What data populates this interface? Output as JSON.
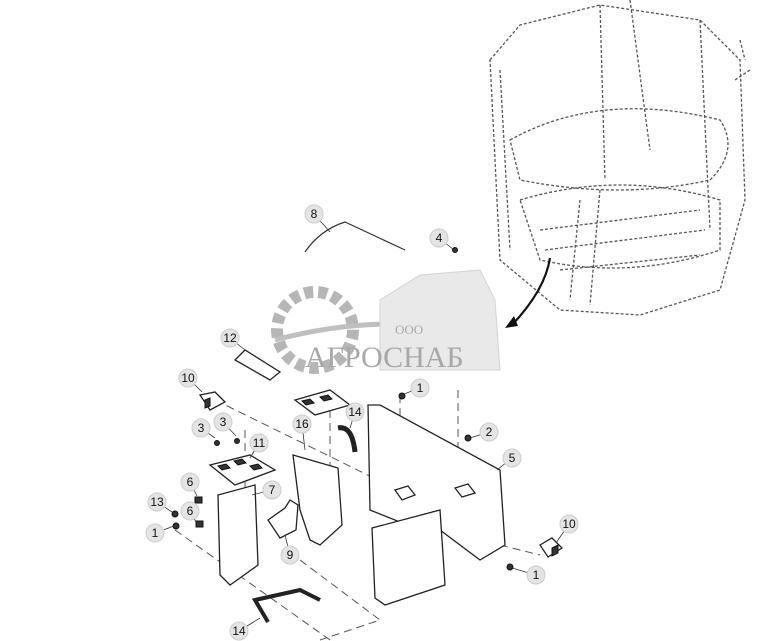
{
  "watermark": {
    "prefix": "ООО",
    "name": "АГРОСНАБ"
  },
  "callouts": [
    "8",
    "4",
    "12",
    "10",
    "1",
    "3",
    "3",
    "11",
    "16",
    "14",
    "2",
    "5",
    "6",
    "6",
    "7",
    "13",
    "1",
    "9",
    "10",
    "1",
    "14"
  ],
  "colors": {
    "line": "#222222",
    "callout_fill": "#e4e4e4",
    "watermark": "#9a9a9a"
  }
}
